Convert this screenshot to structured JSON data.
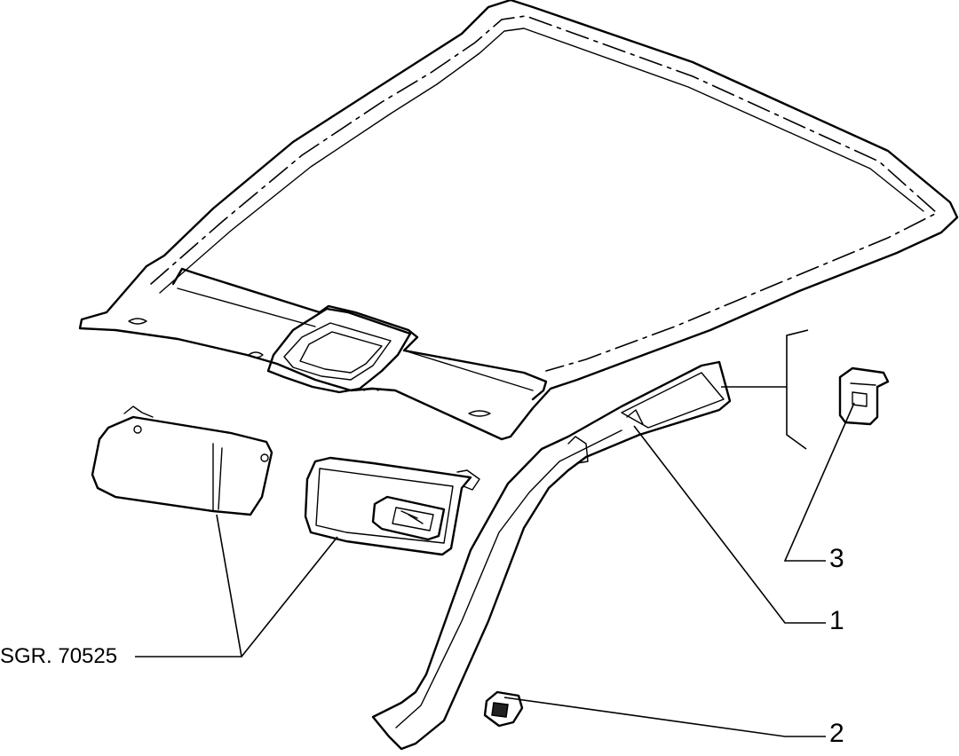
{
  "callouts": {
    "part_1": "1",
    "part_2": "2",
    "part_3": "3"
  },
  "reference": {
    "sgr_label": "SGR. 70525"
  }
}
